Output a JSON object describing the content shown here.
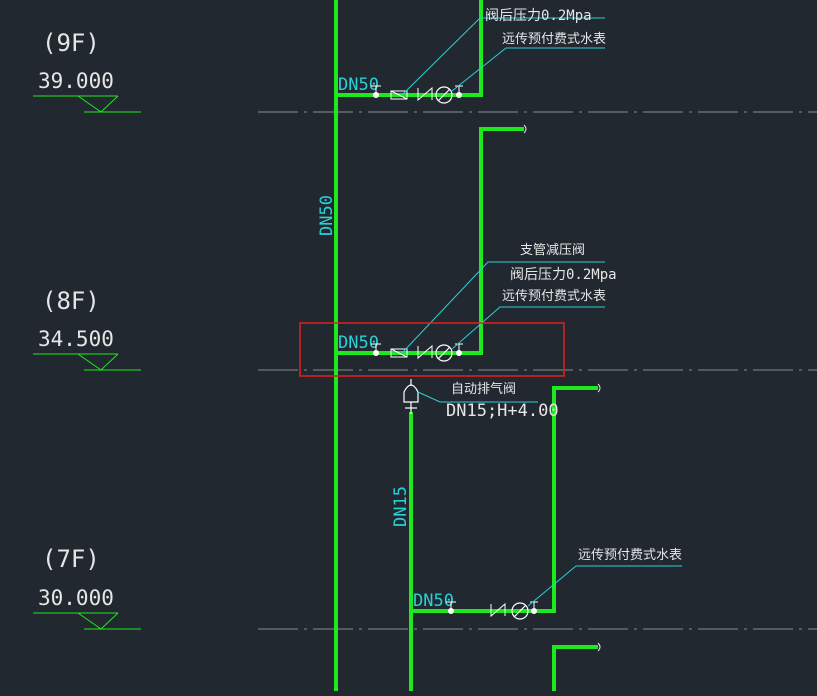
{
  "colors": {
    "background": "#212830",
    "pipe": "#1ee81e",
    "label_cyan": "#2ad0d8",
    "text_white": "#e6e6e6",
    "dashline": "#8c8c8c",
    "highlight_red": "#e02020"
  },
  "floors": [
    {
      "name": "(9F)",
      "elevation": "39.000"
    },
    {
      "name": "(8F)",
      "elevation": "34.500"
    },
    {
      "name": "(7F)",
      "elevation": "30.000"
    }
  ],
  "labels": {
    "riser_dn50": "DN50",
    "riser_dn15": "DN15",
    "branch_9f": "DN50",
    "branch_8f": "DN50",
    "branch_7f": "DN50",
    "pressure_9f": "阀后压力0.2Mpa",
    "meter_9f": "远传预付费式水表",
    "prv_8f": "支管减压阀",
    "pressure_8f": "阀后压力0.2Mpa",
    "meter_8f": "远传预付费式水表",
    "air_valve": "自动排气阀",
    "air_valve_spec": "DN15;H+4.00",
    "meter_7f": "远传预付费式水表"
  },
  "icons": [
    "pressure-reducing-valve-icon",
    "check-valve-icon",
    "water-meter-icon",
    "air-release-valve-icon",
    "gate-valve-icon"
  ]
}
